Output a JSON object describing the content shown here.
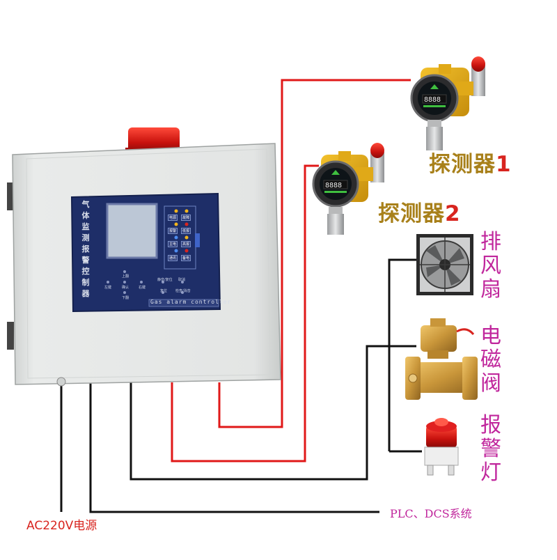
{
  "controller": {
    "panel_title_chars": [
      "气",
      "体",
      "监",
      "测",
      "报",
      "警",
      "控",
      "制",
      "器"
    ],
    "panel_subtitle": "Gas alarm controller",
    "key_labels": [
      "上翻",
      "左键",
      "确认",
      "右键",
      "静音/复位",
      "取消",
      "下翻",
      "复位",
      "检查/消音"
    ],
    "indicator_labels": [
      "电源",
      "故障",
      "报警",
      "低报",
      "主电",
      "高报",
      "通讯",
      "备电"
    ]
  },
  "detectors": [
    {
      "name": "探测器",
      "number": "1"
    },
    {
      "name": "探测器",
      "number": "2"
    }
  ],
  "devices": {
    "fan": [
      "排",
      "风",
      "扇"
    ],
    "valve": [
      "电",
      "磁",
      "阀"
    ],
    "alarm_light": [
      "报",
      "警",
      "灯"
    ]
  },
  "power_label": "AC220V电源",
  "plc_label": "PLC、DCS系统",
  "colors": {
    "signal_wire": "#e01818",
    "control_wire": "#111111",
    "detector_label": "#a8801a",
    "device_label": "#c0269c",
    "enclosure": "#e4e6e5",
    "panel": "#1e2e68"
  }
}
